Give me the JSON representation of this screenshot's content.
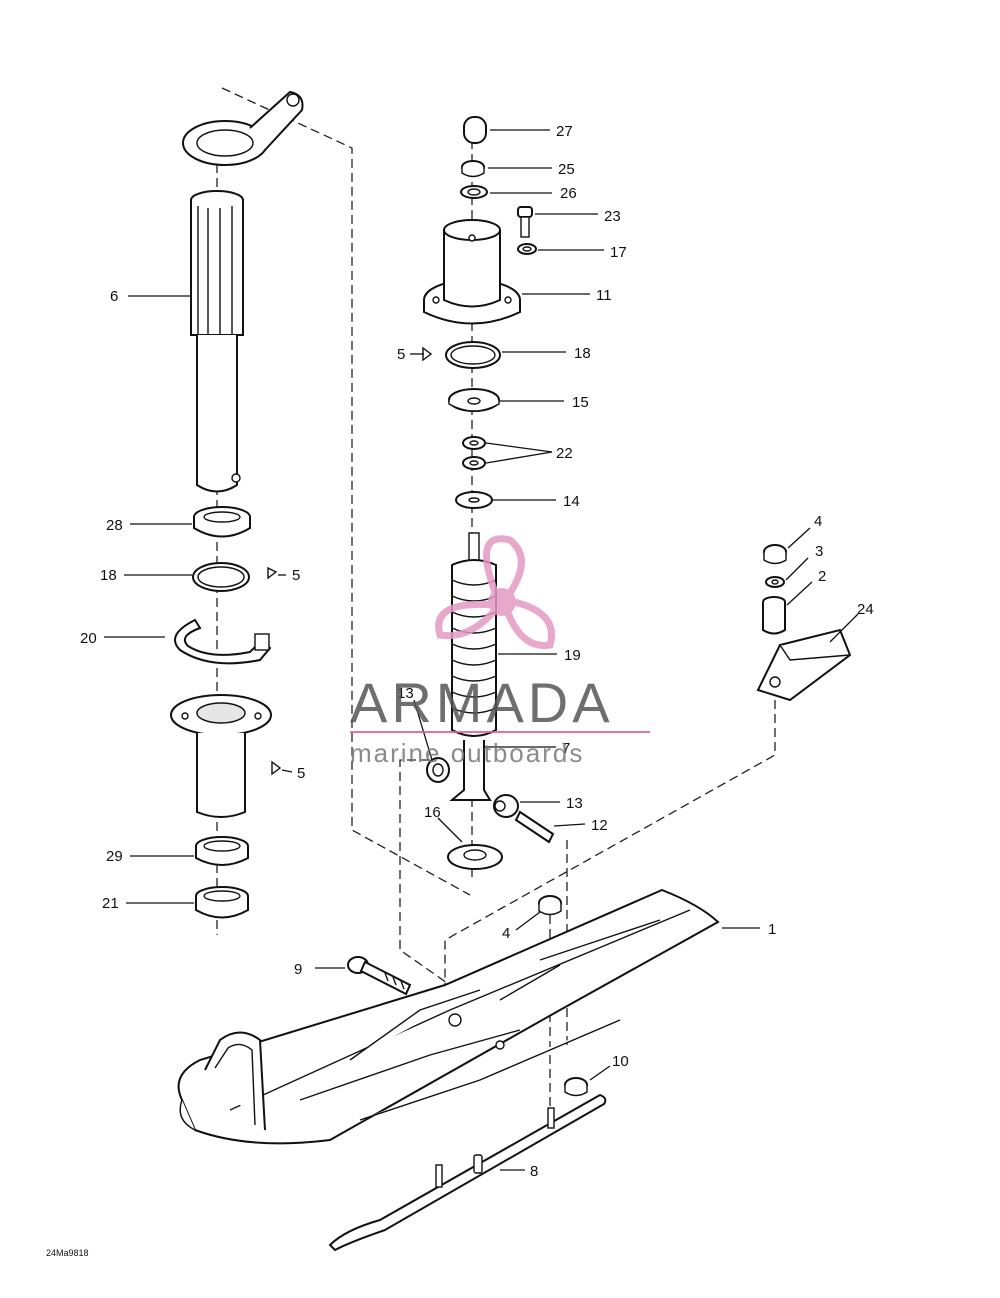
{
  "diagram": {
    "callouts": [
      {
        "id": "c27",
        "label": "27"
      },
      {
        "id": "c25",
        "label": "25"
      },
      {
        "id": "c26",
        "label": "26"
      },
      {
        "id": "c23",
        "label": "23"
      },
      {
        "id": "c17",
        "label": "17"
      },
      {
        "id": "c11",
        "label": "11"
      },
      {
        "id": "c18a",
        "label": "18"
      },
      {
        "id": "c5a",
        "label": "5"
      },
      {
        "id": "c15",
        "label": "15"
      },
      {
        "id": "c22",
        "label": "22"
      },
      {
        "id": "c14",
        "label": "14"
      },
      {
        "id": "c19",
        "label": "19"
      },
      {
        "id": "c7",
        "label": "7"
      },
      {
        "id": "c13a",
        "label": "13"
      },
      {
        "id": "c13b",
        "label": "13"
      },
      {
        "id": "c12",
        "label": "12"
      },
      {
        "id": "c16",
        "label": "16"
      },
      {
        "id": "c6",
        "label": "6"
      },
      {
        "id": "c28",
        "label": "28"
      },
      {
        "id": "c18b",
        "label": "18"
      },
      {
        "id": "c5b",
        "label": "5"
      },
      {
        "id": "c20",
        "label": "20"
      },
      {
        "id": "c5c",
        "label": "5"
      },
      {
        "id": "c29",
        "label": "29"
      },
      {
        "id": "c21",
        "label": "21"
      },
      {
        "id": "c4a",
        "label": "4"
      },
      {
        "id": "c3",
        "label": "3"
      },
      {
        "id": "c2",
        "label": "2"
      },
      {
        "id": "c24",
        "label": "24"
      },
      {
        "id": "c4b",
        "label": "4"
      },
      {
        "id": "c1",
        "label": "1"
      },
      {
        "id": "c9",
        "label": "9"
      },
      {
        "id": "c10",
        "label": "10"
      },
      {
        "id": "c8",
        "label": "8"
      }
    ],
    "drawing_code": "24Ma9818"
  },
  "watermark": {
    "brand": "ARMADA",
    "tagline": "marine outboards",
    "accent_color": "#e49ac4"
  }
}
